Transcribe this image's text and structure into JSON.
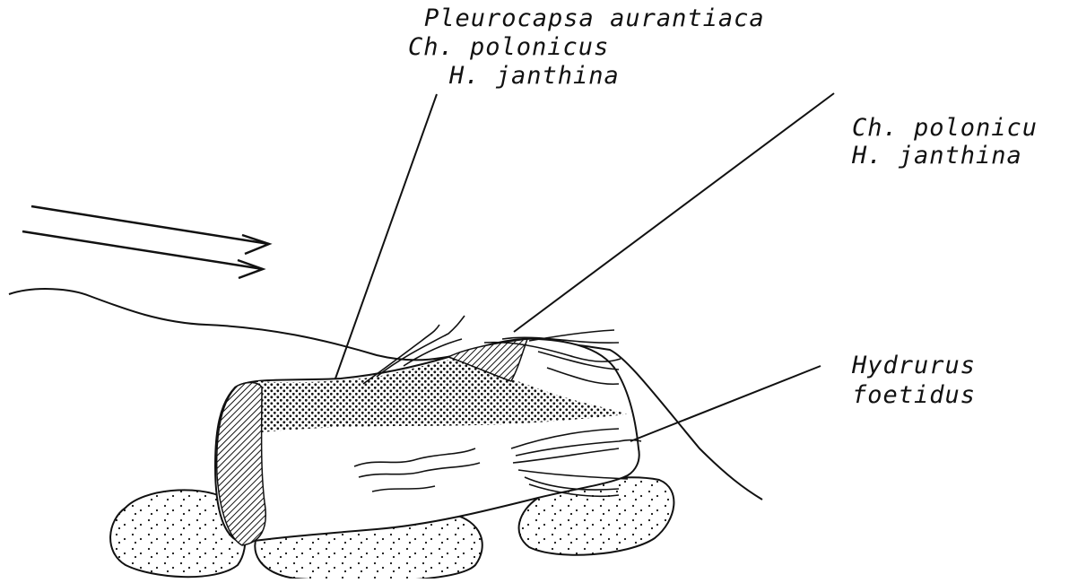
{
  "labels": {
    "top_group": {
      "line1": "Pleurocapsa aurantiaca",
      "line2": "Ch. polonicus",
      "line3": "H. janthina"
    },
    "right_group": {
      "line1": "Ch. polonicu",
      "line2": "H. janthina"
    },
    "hydrurus": {
      "line1": "Hydrurus",
      "line2": "foetidus"
    }
  },
  "colors": {
    "ink": "#111111",
    "background": "#ffffff"
  }
}
